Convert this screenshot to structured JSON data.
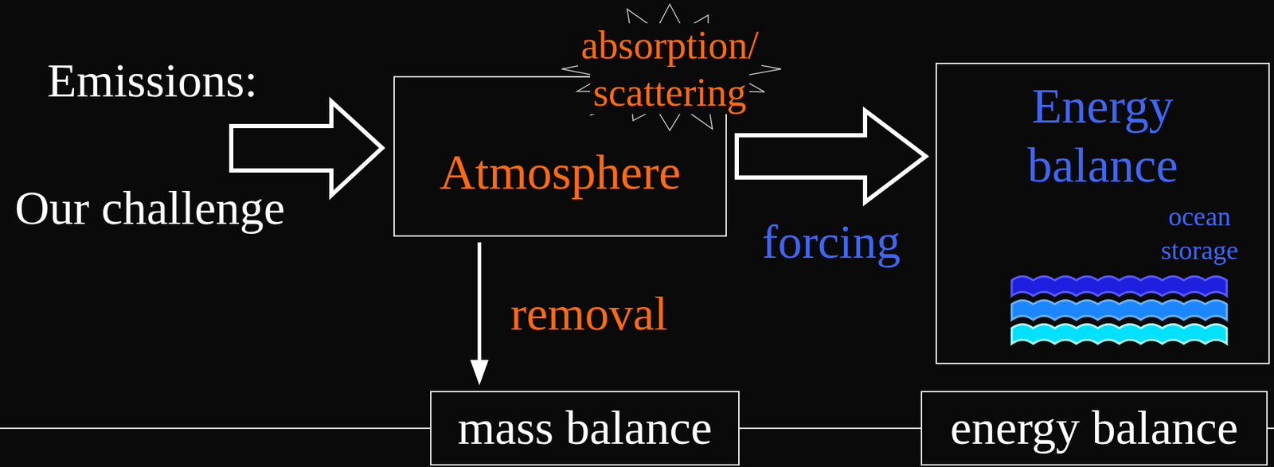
{
  "diagram": {
    "nodes": [
      {
        "text": [
          "Atmosphere"
        ]
      },
      {
        "text": [
          "absorption/ scattering"
        ]
      },
      {
        "text": [
          "Energy balance",
          "ocean storage"
        ]
      },
      {
        "text": [
          "mass balance"
        ]
      },
      {
        "text": [
          "energy balance"
        ]
      }
    ],
    "edges": [
      {
        "from": 0,
        "to": 2,
        "arrow": "to",
        "label": "forcing"
      },
      {
        "from": 0,
        "to": 3,
        "arrow": "to",
        "label": "removal"
      },
      {
        "from": 3,
        "to": 4,
        "arrow": "none"
      }
    ],
    "labels": [
      "Emissions:",
      "Our challenge"
    ]
  }
}
